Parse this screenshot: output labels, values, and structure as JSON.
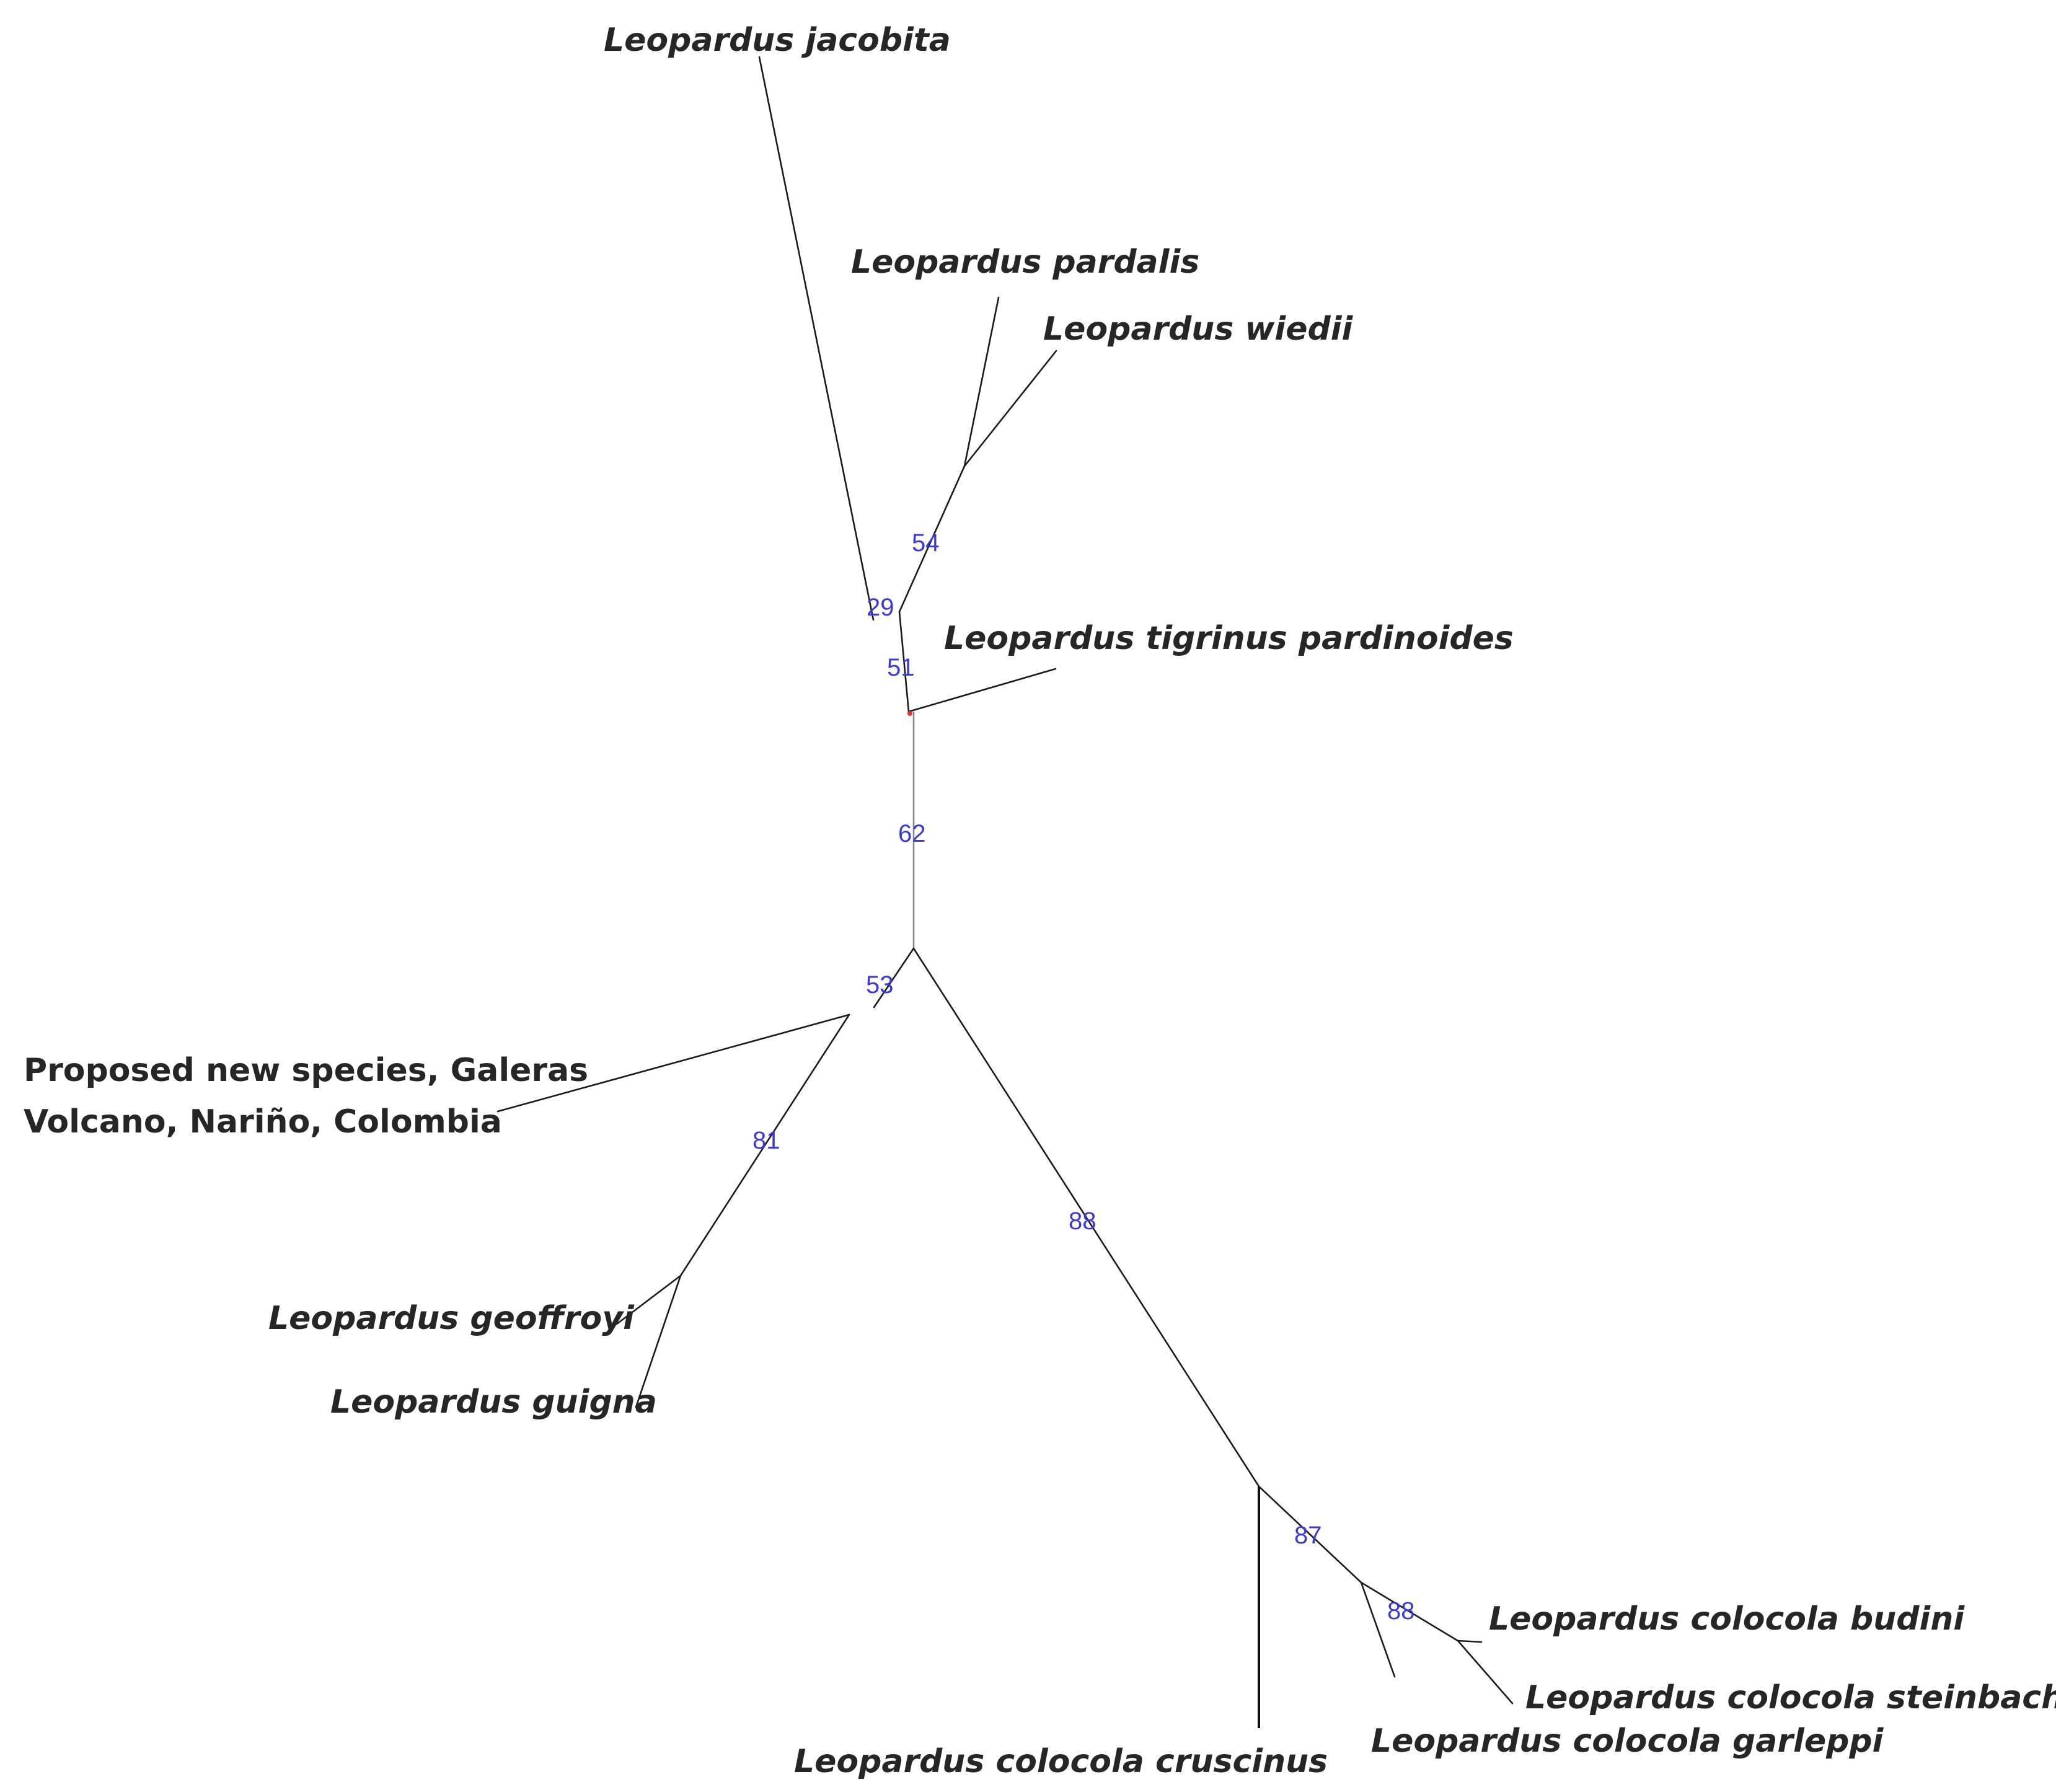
{
  "diagram": {
    "type": "unrooted phylogenetic tree",
    "colors": {
      "branch": "#1a1a1a",
      "support_values": "#3b3bd4",
      "labels": "#262626"
    },
    "taxa": {
      "jacobita": "Leopardus jacobita",
      "pardalis": "Leopardus pardalis",
      "wiedii": "Leopardus wiedii",
      "tigrinus": "Leopardus tigrinus pardinoides",
      "new_species_line1": "Proposed new species, Galeras",
      "new_species_line2": "Volcano, Nariño, Colombia",
      "geoffroyi": "Leopardus geoffroyi",
      "guigna": "Leopardus guigna",
      "cruscinus": "Leopardus colocola cruscinus",
      "budini": "Leopardus colocola budini",
      "steinbachi": "Leopardus colocola steinbachi",
      "garleppi": "Leopardus colocola garleppi"
    },
    "support_values": {
      "n54": "54",
      "n29": "29",
      "n51": "51",
      "n62": "62",
      "n53": "53",
      "n81": "81",
      "n88a": "88",
      "n87": "87",
      "n88b": "88"
    }
  }
}
